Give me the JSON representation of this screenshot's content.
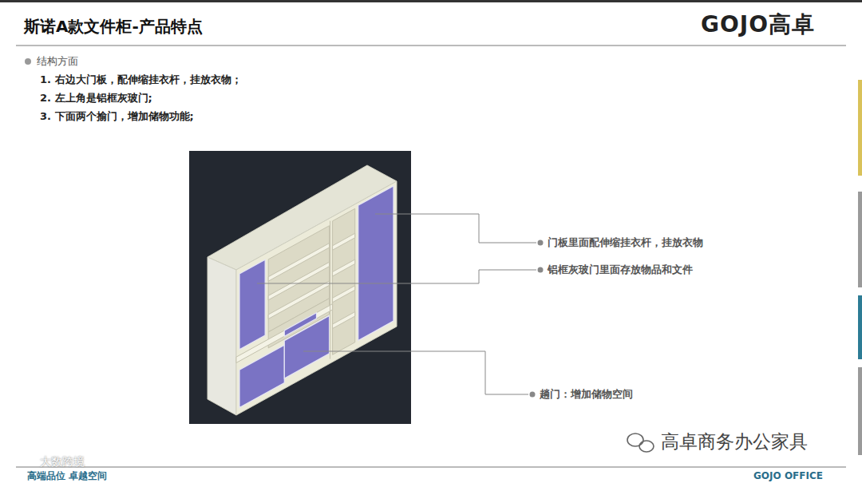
{
  "diagram": {
    "title": "斯诺A款文件柜-产品特点",
    "labels": [
      "GOJO高卓",
      "结构方面",
      "1. 右边大门板，配伸缩挂衣杆，挂放衣物；",
      "2. 左上角是铝框灰玻门;",
      "3. 下面两个揄门，增加储物功能;",
      "门板里面配伸缩挂衣杆，挂放衣物",
      "铝框灰玻门里面存放物品和文件",
      "趟门：增加储物空间",
      "高卓商务办公家具",
      "大数跨境",
      "高端品位 卓越空间",
      "GOJO OFFICE"
    ]
  }
}
